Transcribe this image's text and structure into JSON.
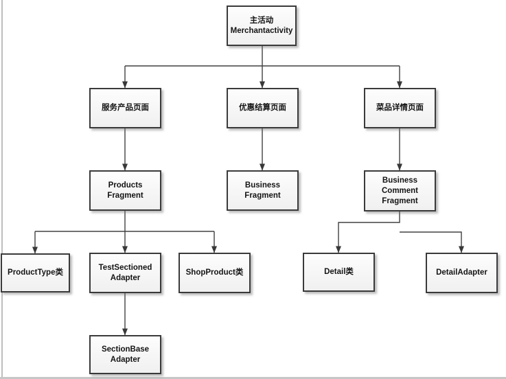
{
  "diagram_type": "hierarchy-flowchart",
  "colors": {
    "box_border": "#3a3a3a",
    "box_fill_top": "#fdfdfd",
    "box_fill_bottom": "#f0f0f0",
    "connector": "#404040",
    "arrowhead": "#383838",
    "page_edge": "#bdbdbd"
  },
  "nodes": [
    {
      "id": "merchant-activity",
      "lines": [
        "主活动",
        "Merchantactivity"
      ]
    },
    {
      "id": "service-product-page",
      "lines": [
        "服务产品页面"
      ]
    },
    {
      "id": "discount-settlement-page",
      "lines": [
        "优惠结算页面"
      ]
    },
    {
      "id": "dish-detail-page",
      "lines": [
        "菜品详情页面"
      ]
    },
    {
      "id": "products-fragment",
      "lines": [
        "Products",
        "Fragment"
      ]
    },
    {
      "id": "business-fragment",
      "lines": [
        "Business",
        "Fragment"
      ]
    },
    {
      "id": "business-comment-fragment",
      "lines": [
        "Business",
        "Comment",
        "Fragment"
      ]
    },
    {
      "id": "product-type-class",
      "lines": [
        "ProductType类"
      ]
    },
    {
      "id": "test-sectioned-adapter",
      "lines": [
        "TestSectioned",
        "Adapter"
      ]
    },
    {
      "id": "shop-product-class",
      "lines": [
        "ShopProduct类"
      ]
    },
    {
      "id": "detail-class",
      "lines": [
        "Detail类"
      ]
    },
    {
      "id": "detail-adapter",
      "lines": [
        "DetailAdapter"
      ]
    },
    {
      "id": "section-base-adapter",
      "lines": [
        "SectionBase",
        "Adapter"
      ]
    }
  ],
  "edges": [
    {
      "from": "merchant-activity",
      "to": "service-product-page"
    },
    {
      "from": "merchant-activity",
      "to": "discount-settlement-page"
    },
    {
      "from": "merchant-activity",
      "to": "dish-detail-page"
    },
    {
      "from": "service-product-page",
      "to": "products-fragment"
    },
    {
      "from": "discount-settlement-page",
      "to": "business-fragment"
    },
    {
      "from": "dish-detail-page",
      "to": "business-comment-fragment"
    },
    {
      "from": "products-fragment",
      "to": "product-type-class"
    },
    {
      "from": "products-fragment",
      "to": "test-sectioned-adapter"
    },
    {
      "from": "products-fragment",
      "to": "shop-product-class"
    },
    {
      "from": "business-comment-fragment",
      "to": "detail-class"
    },
    {
      "from": "business-comment-fragment",
      "to": "detail-adapter"
    },
    {
      "from": "test-sectioned-adapter",
      "to": "section-base-adapter"
    }
  ]
}
